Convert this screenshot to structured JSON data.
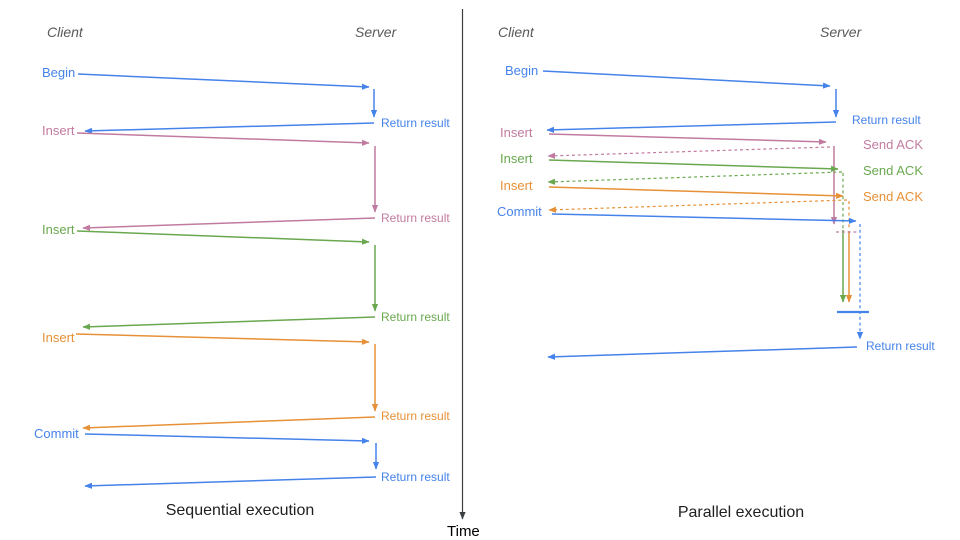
{
  "colors": {
    "blue": "#4583ea",
    "pink": "#c27ba0",
    "green": "#6aa84f",
    "orange": "#e69138",
    "header_gray": "#58595b",
    "caption_black": "#1f1f1f",
    "time_axis": "#3c4043"
  },
  "left_panel": {
    "client_header": "Client",
    "server_header": "Server",
    "caption": "Sequential execution",
    "ops": [
      {
        "label": "Begin",
        "result": "Return result"
      },
      {
        "label": "Insert",
        "result": "Return result"
      },
      {
        "label": "Insert",
        "result": "Return result"
      },
      {
        "label": "Insert",
        "result": "Return result"
      },
      {
        "label": "Commit",
        "result": "Return result"
      }
    ]
  },
  "right_panel": {
    "client_header": "Client",
    "server_header": "Server",
    "caption": "Parallel execution",
    "ops": [
      {
        "label": "Begin",
        "result": "Return result"
      },
      {
        "label": "Insert",
        "result": "Send ACK"
      },
      {
        "label": "Insert",
        "result": "Send ACK"
      },
      {
        "label": "Insert",
        "result": "Send ACK"
      },
      {
        "label": "Commit",
        "result": "Return result"
      }
    ]
  },
  "time_axis": {
    "label": "Time"
  }
}
